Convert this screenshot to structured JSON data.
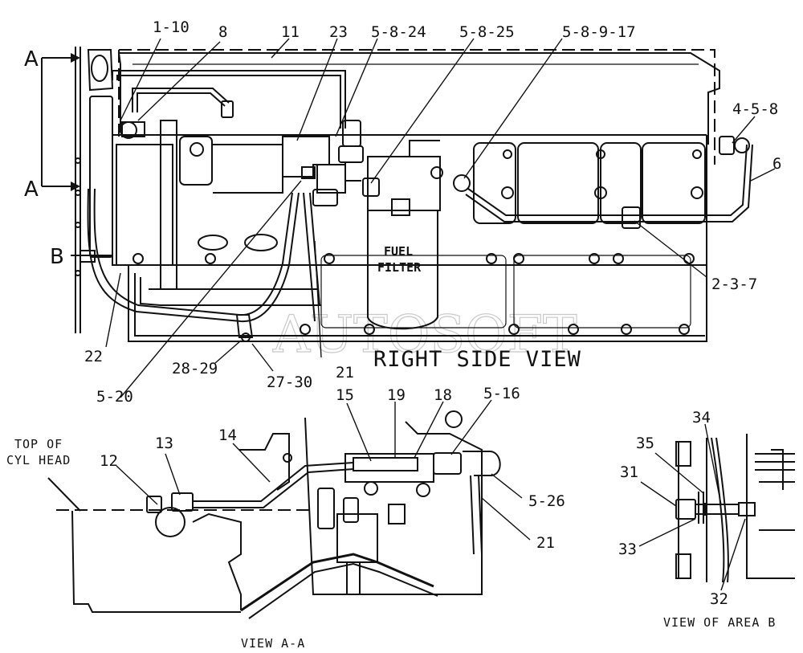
{
  "views": {
    "right_side": "RIGHT SIDE VIEW",
    "view_aa": "VIEW A-A",
    "view_area_b": "VIEW OF AREA B"
  },
  "components": {
    "fuel_filter_line1": "FUEL",
    "fuel_filter_line2": "FILTER",
    "top_of_cyl_head_line1": "TOP OF",
    "top_of_cyl_head_line2": "CYL HEAD"
  },
  "section_markers": {
    "a_top": "A",
    "a_bottom": "A",
    "b": "B"
  },
  "callouts": {
    "c_1_10": "1-10",
    "c_8": "8",
    "c_11": "11",
    "c_23": "23",
    "c_5_8_24": "5-8-24",
    "c_5_8_25": "5-8-25",
    "c_5_8_9_17": "5-8-9-17",
    "c_4_5_8": "4-5-8",
    "c_6": "6",
    "c_2_3_7": "2-3-7",
    "c_22": "22",
    "c_21_main": "21",
    "c_28_29": "28-29",
    "c_27_30": "27-30",
    "c_5_20": "5-20",
    "c_15": "15",
    "c_19": "19",
    "c_18": "18",
    "c_5_16": "5-16",
    "c_14": "14",
    "c_13": "13",
    "c_12": "12",
    "c_5_26": "5-26",
    "c_21_aa": "21",
    "c_34": "34",
    "c_35": "35",
    "c_31": "31",
    "c_33": "33",
    "c_32": "32"
  },
  "watermark": "AUTOSOFT"
}
